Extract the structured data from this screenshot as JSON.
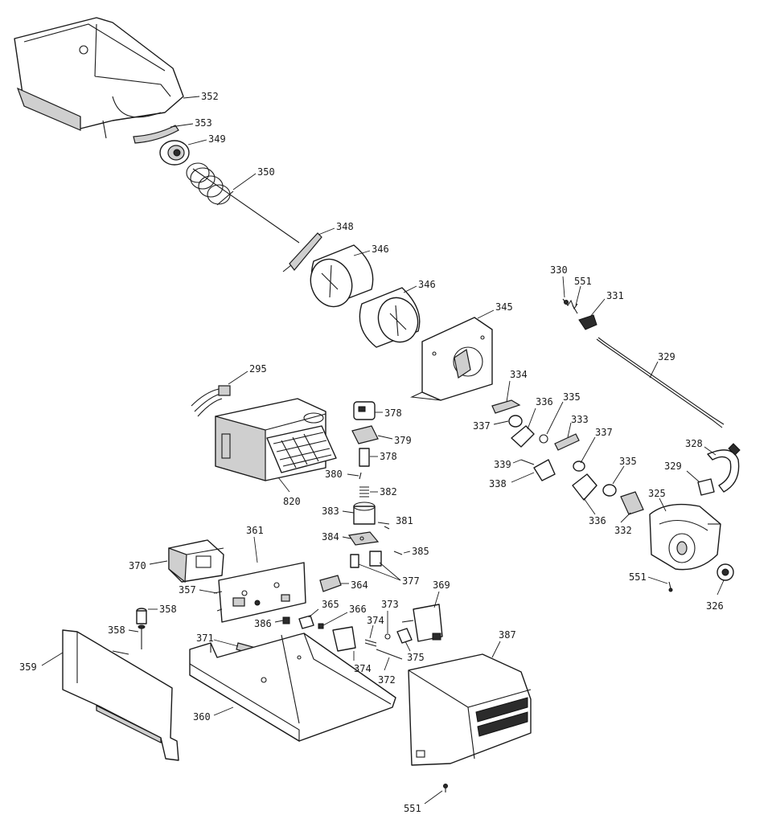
{
  "callouts": [
    {
      "id": "c352",
      "text": "352"
    },
    {
      "id": "c353",
      "text": "353"
    },
    {
      "id": "c349",
      "text": "349"
    },
    {
      "id": "c350",
      "text": "350"
    },
    {
      "id": "c348",
      "text": "348"
    },
    {
      "id": "c346a",
      "text": "346"
    },
    {
      "id": "c346b",
      "text": "346"
    },
    {
      "id": "c345",
      "text": "345"
    },
    {
      "id": "c330",
      "text": "330"
    },
    {
      "id": "c551a",
      "text": "551"
    },
    {
      "id": "c331",
      "text": "331"
    },
    {
      "id": "c329a",
      "text": "329"
    },
    {
      "id": "c295",
      "text": "295"
    },
    {
      "id": "c378a",
      "text": "378"
    },
    {
      "id": "c379",
      "text": "379"
    },
    {
      "id": "c378b",
      "text": "378"
    },
    {
      "id": "c820",
      "text": "820"
    },
    {
      "id": "c380",
      "text": "380"
    },
    {
      "id": "c382",
      "text": "382"
    },
    {
      "id": "c383",
      "text": "383"
    },
    {
      "id": "c381",
      "text": "381"
    },
    {
      "id": "c384",
      "text": "384"
    },
    {
      "id": "c385",
      "text": "385"
    },
    {
      "id": "c334",
      "text": "334"
    },
    {
      "id": "c337a",
      "text": "337"
    },
    {
      "id": "c336a",
      "text": "336"
    },
    {
      "id": "c335a",
      "text": "335"
    },
    {
      "id": "c333",
      "text": "333"
    },
    {
      "id": "c337b",
      "text": "337"
    },
    {
      "id": "c339",
      "text": "339"
    },
    {
      "id": "c338",
      "text": "338"
    },
    {
      "id": "c335b",
      "text": "335"
    },
    {
      "id": "c336b",
      "text": "336"
    },
    {
      "id": "c332",
      "text": "332"
    },
    {
      "id": "c328",
      "text": "328"
    },
    {
      "id": "c329b",
      "text": "329"
    },
    {
      "id": "c325",
      "text": "325"
    },
    {
      "id": "c551b",
      "text": "551"
    },
    {
      "id": "c326",
      "text": "326"
    },
    {
      "id": "c361",
      "text": "361"
    },
    {
      "id": "c370",
      "text": "370"
    },
    {
      "id": "c357",
      "text": "357"
    },
    {
      "id": "c364",
      "text": "364"
    },
    {
      "id": "c377",
      "text": "377"
    },
    {
      "id": "c369",
      "text": "369"
    },
    {
      "id": "c358a",
      "text": "358"
    },
    {
      "id": "c358b",
      "text": "358"
    },
    {
      "id": "c386",
      "text": "386"
    },
    {
      "id": "c365",
      "text": "365"
    },
    {
      "id": "c366",
      "text": "366"
    },
    {
      "id": "c373",
      "text": "373"
    },
    {
      "id": "c374a",
      "text": "374"
    },
    {
      "id": "c375",
      "text": "375"
    },
    {
      "id": "c371",
      "text": "371"
    },
    {
      "id": "c374b",
      "text": "374"
    },
    {
      "id": "c372",
      "text": "372"
    },
    {
      "id": "c387",
      "text": "387"
    },
    {
      "id": "c359",
      "text": "359"
    },
    {
      "id": "c360",
      "text": "360"
    },
    {
      "id": "c551c",
      "text": "551"
    }
  ]
}
